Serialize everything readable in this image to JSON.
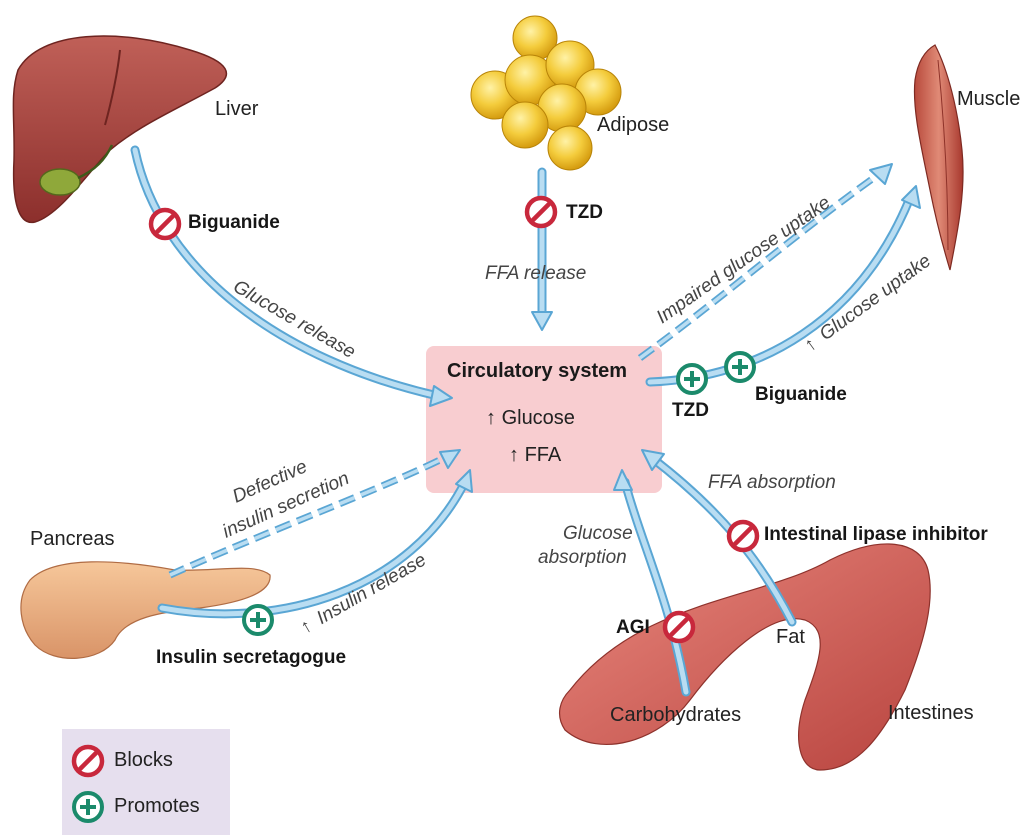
{
  "organs": {
    "liver": "Liver",
    "adipose": "Adipose",
    "muscle": "Muscle",
    "pancreas": "Pancreas",
    "intestines": "Intestines"
  },
  "circulatory": {
    "title": "Circulatory system",
    "glucose": "Glucose",
    "ffa": "FFA",
    "up_arrow": "↑"
  },
  "processes": {
    "glucose_release": "Glucose release",
    "ffa_release": "FFA release",
    "impaired_glucose_uptake": "Impaired glucose uptake",
    "glucose_uptake": "Glucose uptake",
    "defective_insulin_line1": "Defective",
    "defective_insulin_line2": "insulin secretion",
    "insulin_release": "Insulin release",
    "glucose_absorption_line1": "Glucose",
    "glucose_absorption_line2": "absorption",
    "ffa_absorption": "FFA absorption"
  },
  "drugs": {
    "biguanide_liver": "Biguanide",
    "tzd_adipose": "TZD",
    "tzd_muscle": "TZD",
    "biguanide_muscle": "Biguanide",
    "insulin_secretagogue": "Insulin secretagogue",
    "agi": "AGI",
    "intestinal_lipase_inhibitor": "Intestinal lipase inhibitor"
  },
  "nutrients": {
    "carbohydrates": "Carbohydrates",
    "fat": "Fat"
  },
  "legend": {
    "blocks": "Blocks",
    "promotes": "Promotes"
  },
  "colors": {
    "arrow_fill": "#b9ddf2",
    "arrow_edge": "#5aa6d4",
    "block_red": "#c8283c",
    "promote_green": "#1b8a6b",
    "circulatory_bg": "#f8cdd0",
    "legend_bg": "#e6dfee"
  }
}
